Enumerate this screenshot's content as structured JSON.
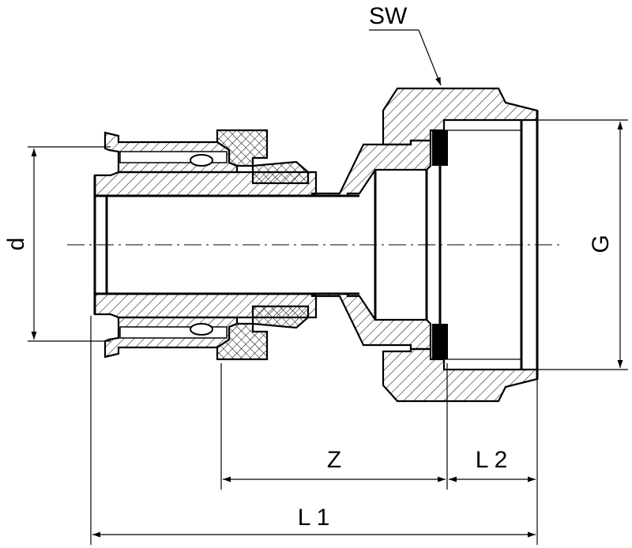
{
  "labels": {
    "d": "d",
    "g": "G",
    "sw": "SW",
    "z": "Z",
    "l1": "L 1",
    "l2": "L 2"
  }
}
